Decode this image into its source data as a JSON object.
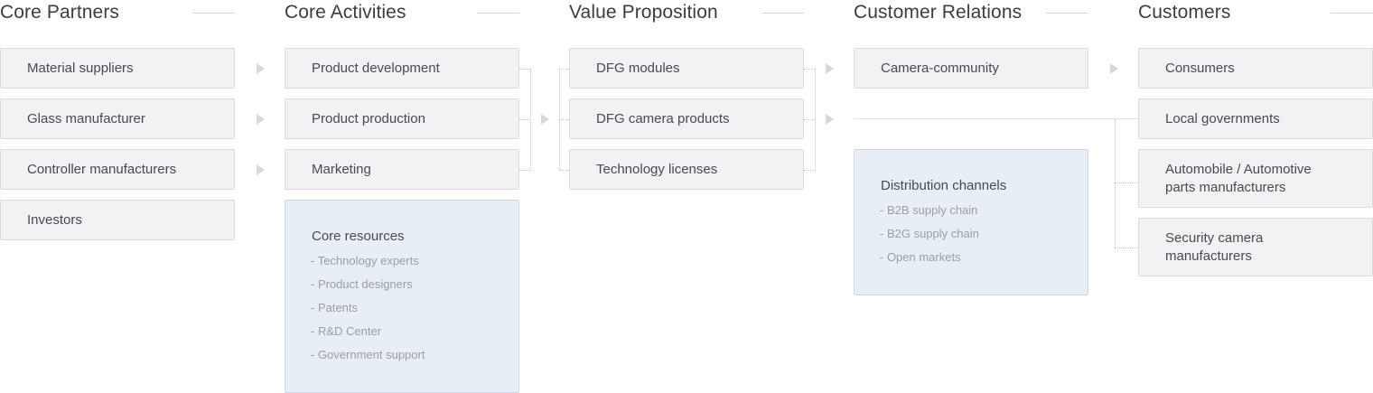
{
  "columns": {
    "partners": {
      "title": "Core Partners",
      "items": [
        "Material suppliers",
        "Glass manufacturer",
        "Controller manufacturers",
        "Investors"
      ]
    },
    "activities": {
      "title": "Core Activities",
      "items": [
        "Product development",
        "Product production",
        "Marketing"
      ],
      "resources": {
        "title": "Core resources",
        "items": [
          "- Technology experts",
          "- Product designers",
          "- Patents",
          "- R&D Center",
          "- Government support"
        ]
      }
    },
    "value": {
      "title": "Value Proposition",
      "items": [
        "DFG modules",
        "DFG camera products",
        "Technology licenses"
      ]
    },
    "relations": {
      "title": "Customer Relations",
      "items": [
        "Camera-community"
      ],
      "channels": {
        "title": "Distribution channels",
        "items": [
          "- B2B supply chain",
          "- B2G supply chain",
          "- Open markets"
        ]
      }
    },
    "customers": {
      "title": "Customers",
      "items": [
        "Consumers",
        "Local governments",
        "Automobile / Automotive parts manufacturers",
        "Security camera manufacturers"
      ]
    }
  },
  "colors": {
    "box_fill": "#f2f2f4",
    "resource_fill": "#e8eef6",
    "connector": "#d6d8dc"
  }
}
